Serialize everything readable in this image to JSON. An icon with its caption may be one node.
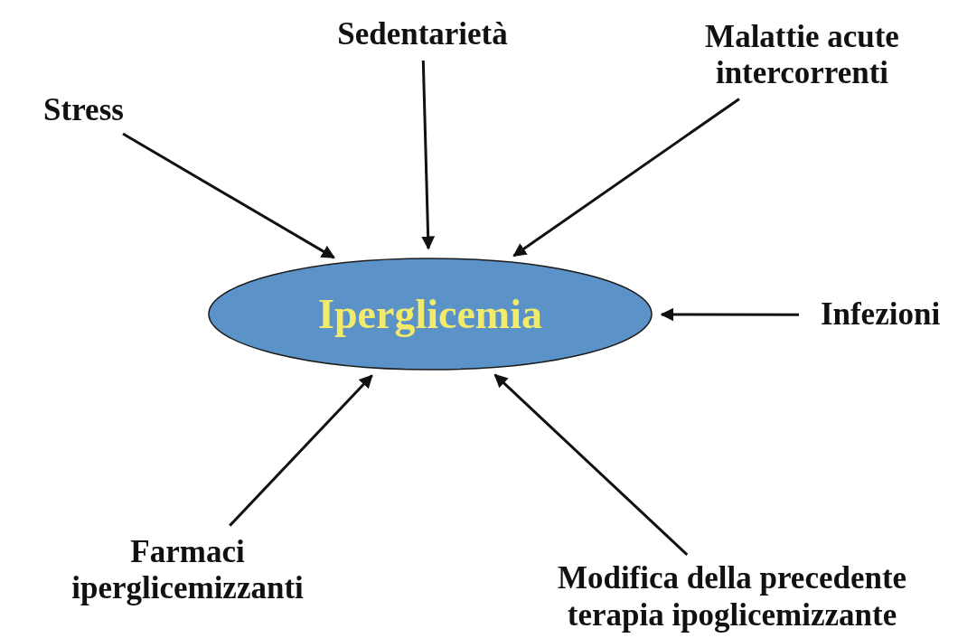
{
  "diagram": {
    "nodes": [
      {
        "text": [
          "Iperglicemia"
        ]
      },
      {
        "text": [
          "Stress"
        ]
      },
      {
        "text": [
          "Sedentarietà"
        ]
      },
      {
        "text": [
          "Malattie acute intercorrenti"
        ]
      },
      {
        "text": [
          "Infezioni"
        ]
      },
      {
        "text": [
          "Farmaci iperglicemizzanti"
        ]
      },
      {
        "text": [
          "Modifica della precedente terapia ipoglicemizzante"
        ]
      }
    ],
    "edges": [
      {
        "from": 1,
        "to": 0,
        "arrow": "to"
      },
      {
        "from": 2,
        "to": 0,
        "arrow": "to"
      },
      {
        "from": 3,
        "to": 0,
        "arrow": "to"
      },
      {
        "from": 4,
        "to": 0,
        "arrow": "to"
      },
      {
        "from": 5,
        "to": 0,
        "arrow": "to"
      },
      {
        "from": 6,
        "to": 0,
        "arrow": "to"
      }
    ]
  }
}
